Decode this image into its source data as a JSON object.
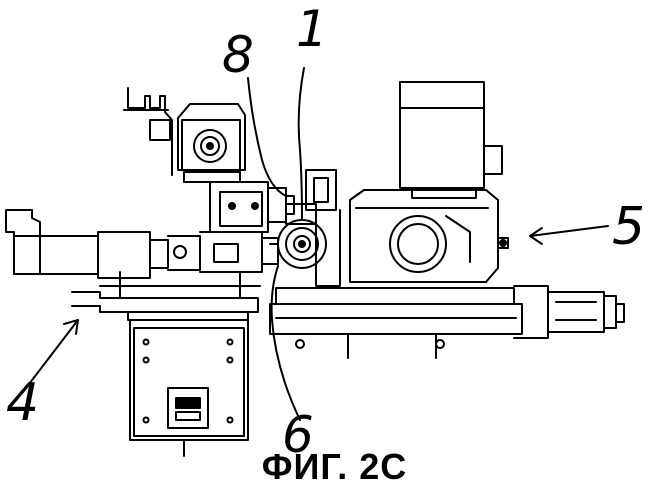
{
  "figure": {
    "caption": "ФИГ. 2C",
    "labels": {
      "label_1": "1",
      "label_4": "4",
      "label_5": "5",
      "label_6": "6",
      "label_8": "8"
    }
  }
}
